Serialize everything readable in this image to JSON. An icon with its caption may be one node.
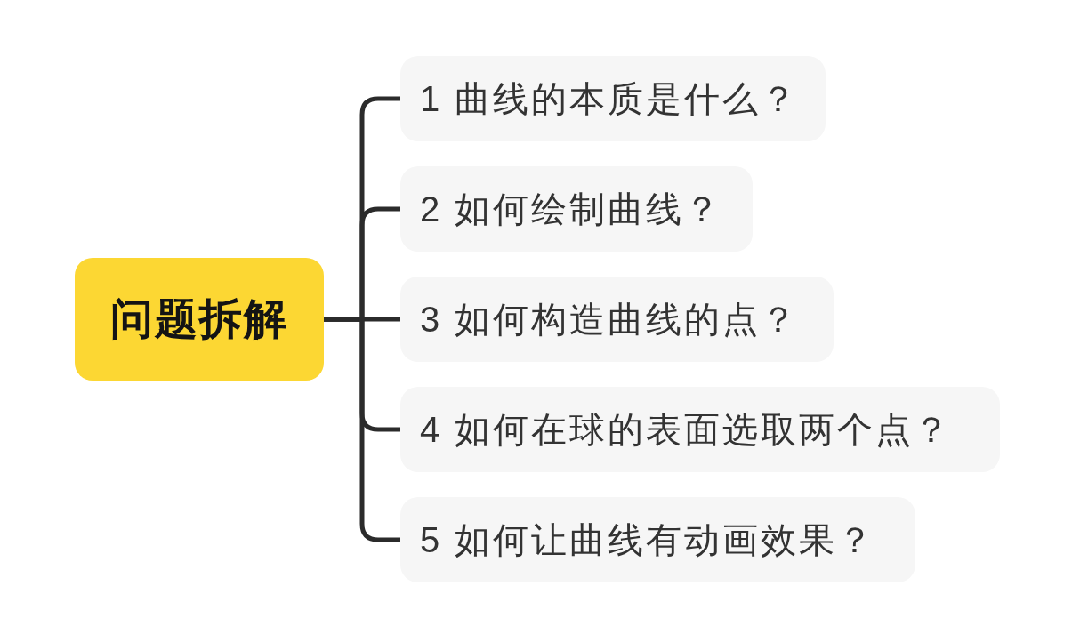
{
  "diagram": {
    "nodes": [
      {
        "text": [
          "问题拆解"
        ]
      },
      {
        "text": [
          "1 曲线的本质是什么？"
        ]
      },
      {
        "text": [
          "2 如何绘制曲线？"
        ]
      },
      {
        "text": [
          "3 如何构造曲线的点？"
        ]
      },
      {
        "text": [
          "4 如何在球的表面选取两个点？"
        ]
      },
      {
        "text": [
          "5 如何让曲线有动画效果？"
        ]
      }
    ],
    "edges": [
      {
        "from": 0,
        "to": 1,
        "arrow": "none"
      },
      {
        "from": 0,
        "to": 2,
        "arrow": "none"
      },
      {
        "from": 0,
        "to": 3,
        "arrow": "none"
      },
      {
        "from": 0,
        "to": 4,
        "arrow": "none"
      },
      {
        "from": 0,
        "to": 5,
        "arrow": "none"
      }
    ]
  }
}
